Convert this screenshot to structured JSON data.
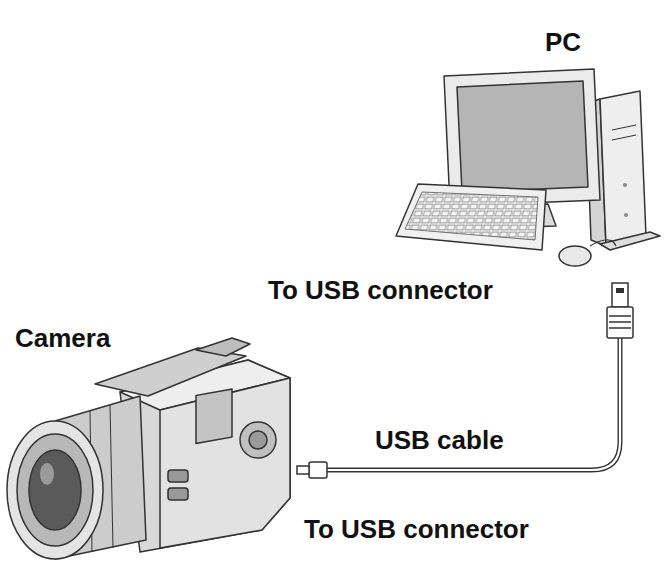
{
  "diagram": {
    "labels": [
      "PC",
      "To USB connector",
      "Camera",
      "USB cable",
      "To USB connector"
    ]
  }
}
